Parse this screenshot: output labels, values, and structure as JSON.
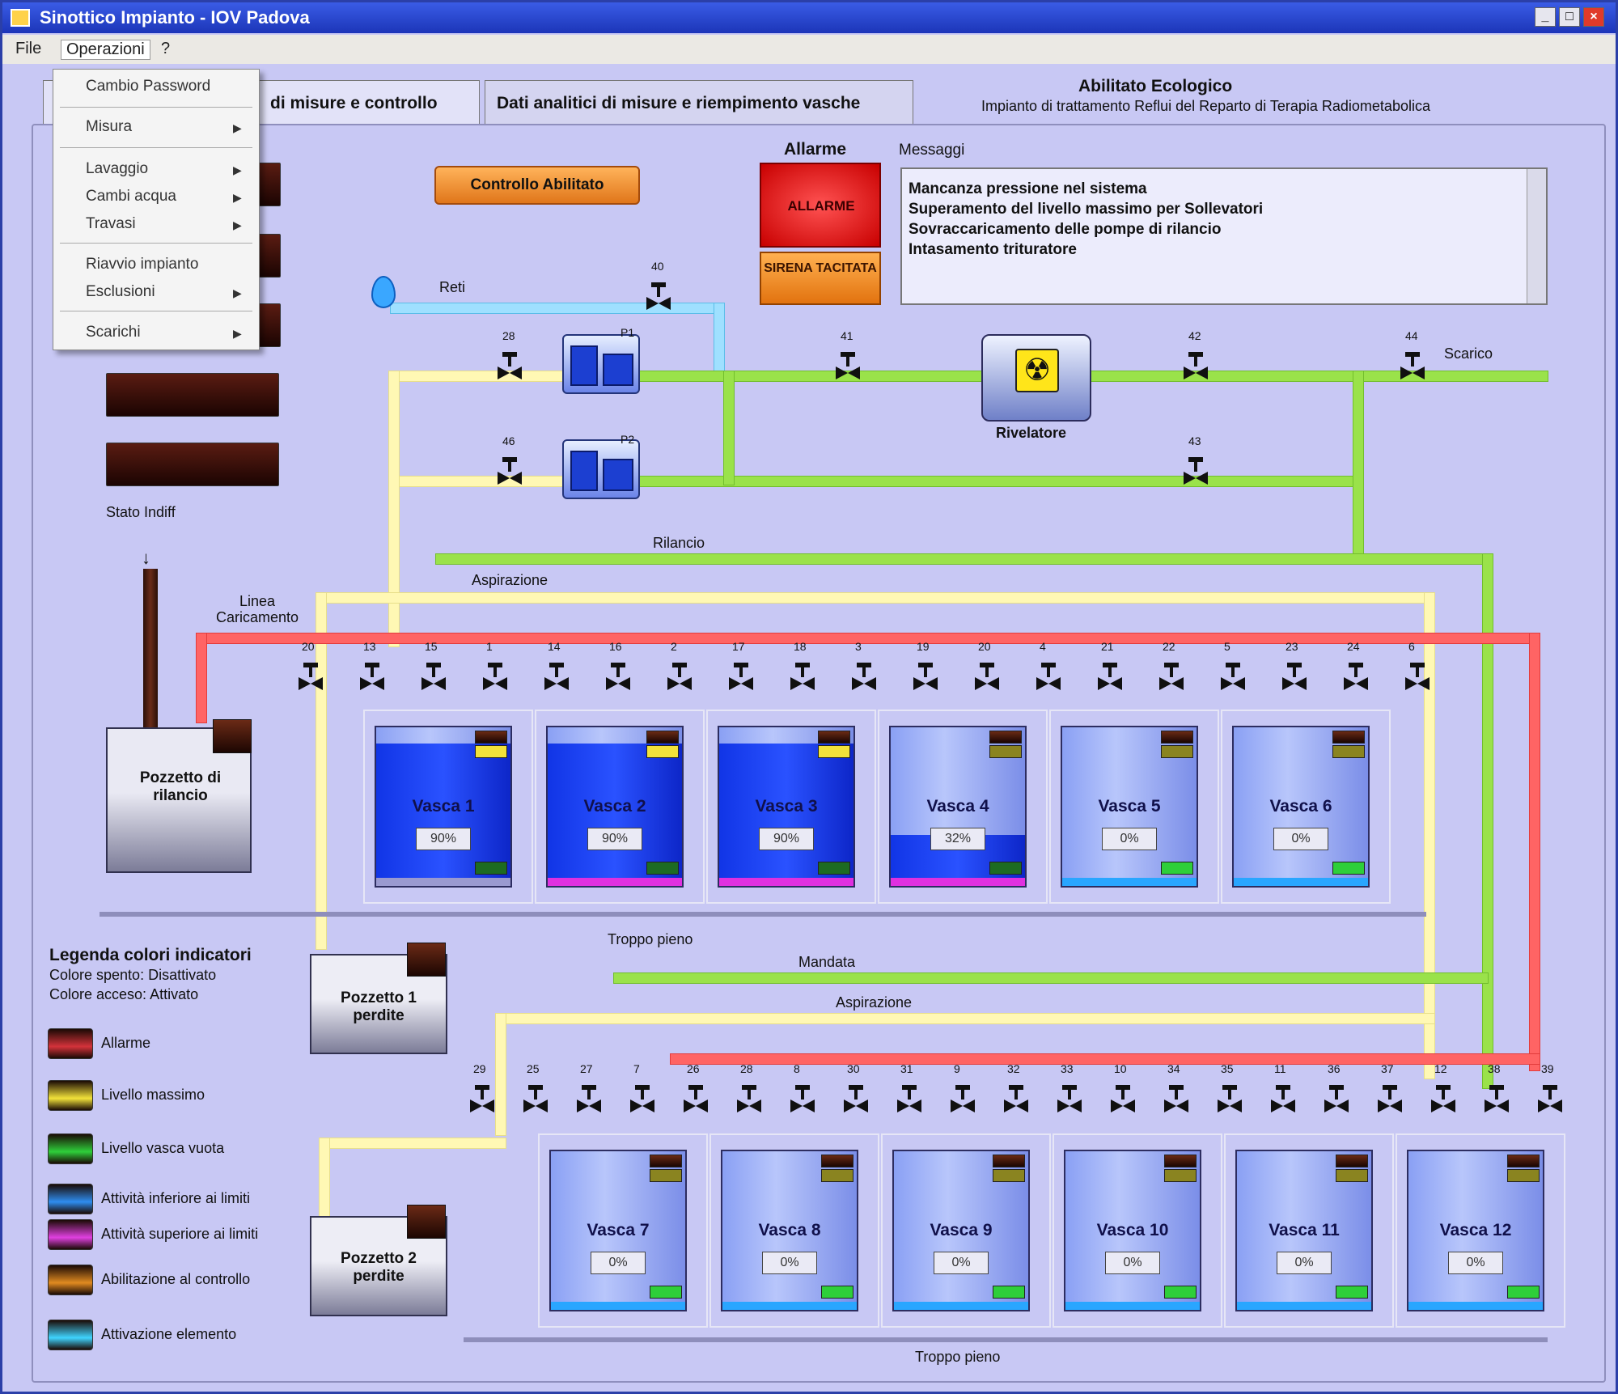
{
  "window": {
    "title": "Sinottico Impianto - IOV Padova"
  },
  "menubar": {
    "file": "File",
    "operazioni": "Operazioni",
    "extra": "?"
  },
  "dropdown": {
    "items": [
      {
        "label": "Cambio Password",
        "arrow": ""
      },
      {
        "label": "Misura",
        "arrow": "▶"
      },
      {
        "label": "Lavaggio",
        "arrow": "▶"
      },
      {
        "label": "Cambi acqua",
        "arrow": "▶"
      },
      {
        "label": "Travasi",
        "arrow": "▶"
      },
      {
        "label": "Riavvio impianto",
        "arrow": ""
      },
      {
        "label": "Esclusioni",
        "arrow": "▶"
      },
      {
        "label": "Scarichi",
        "arrow": "▶"
      }
    ]
  },
  "tabs": [
    {
      "label": "di misure e controllo",
      "active": true
    },
    {
      "label": "Dati analitici di misure e riempimento vasche",
      "active": false
    }
  ],
  "abilitato": {
    "title": "Abilitato Ecologico",
    "subtitle": "Impianto di trattamento Reflui del Reparto di Terapia Radiometabolica"
  },
  "controls": {
    "controllo_btn": "Controllo Abilitato",
    "allarme_label": "Allarme",
    "allarme_state": "ALLARME",
    "sirena_btn": "SIRENA TACITATA"
  },
  "messages": {
    "label": "Messaggi",
    "lines": [
      "Mancanza pressione nel sistema",
      "Superamento del livello massimo per Sollevatori",
      "Sovraccaricamento delle pompe di rilancio",
      "Intasamento trituratore"
    ]
  },
  "diagram": {
    "reti_label": "Reti",
    "scarico_label": "Scarico",
    "rivelatore_label": "Rivelatore",
    "rilancio_label": "Rilancio",
    "mandata_label": "Mandata",
    "aspirazione_label": "Aspirazione",
    "linea_caricamento": "Linea Caricamento",
    "troppo_pieno": "Troppo pieno",
    "stato_label": "Stato Indiff",
    "pozzetto_rilancio": "Pozzetto di rilancio",
    "pozzetto_1": "Pozzetto 1 perdite",
    "pozzetto_2": "Pozzetto 2 perdite",
    "pump_labels": [
      "P1",
      "P2"
    ],
    "top_valves": [
      "40",
      "28",
      "41",
      "42",
      "44",
      "46",
      "43"
    ],
    "row1_valves": [
      "20",
      "13",
      "15",
      "1",
      "14",
      "16",
      "2",
      "17",
      "18",
      "3",
      "19",
      "20",
      "4",
      "21",
      "22",
      "5",
      "23",
      "24",
      "6"
    ],
    "row2_valves": [
      "29",
      "25",
      "27",
      "7",
      "26",
      "28",
      "8",
      "30",
      "31",
      "9",
      "32",
      "33",
      "10",
      "34",
      "35",
      "11",
      "36",
      "37",
      "12",
      "38",
      "39"
    ]
  },
  "vessels_row1": [
    {
      "name": "Vasca 1",
      "pct": "90%",
      "fill": 0.9,
      "base": "#9a9ad0"
    },
    {
      "name": "Vasca 2",
      "pct": "90%",
      "fill": 0.9,
      "base": "#e030e0"
    },
    {
      "name": "Vasca 3",
      "pct": "90%",
      "fill": 0.9,
      "base": "#e030e0"
    },
    {
      "name": "Vasca 4",
      "pct": "32%",
      "fill": 0.32,
      "base": "#e030e0"
    },
    {
      "name": "Vasca 5",
      "pct": "0%",
      "fill": 0.0,
      "base": "#29a6ff"
    },
    {
      "name": "Vasca 6",
      "pct": "0%",
      "fill": 0.0,
      "base": "#29a6ff"
    }
  ],
  "vessels_row2": [
    {
      "name": "Vasca 7",
      "pct": "0%",
      "fill": 0.0,
      "base": "#29a6ff"
    },
    {
      "name": "Vasca 8",
      "pct": "0%",
      "fill": 0.0,
      "base": "#29a6ff"
    },
    {
      "name": "Vasca 9",
      "pct": "0%",
      "fill": 0.0,
      "base": "#29a6ff"
    },
    {
      "name": "Vasca 10",
      "pct": "0%",
      "fill": 0.0,
      "base": "#29a6ff"
    },
    {
      "name": "Vasca 11",
      "pct": "0%",
      "fill": 0.0,
      "base": "#29a6ff"
    },
    {
      "name": "Vasca 12",
      "pct": "0%",
      "fill": 0.0,
      "base": "#29a6ff"
    }
  ],
  "legend": {
    "title": "Legenda colori indicatori",
    "line1": "Colore spento: Disattivato",
    "line2": "Colore acceso: Attivato",
    "items": [
      {
        "label": "Allarme",
        "color": "#d3323a"
      },
      {
        "label": "Livello massimo",
        "color": "#f2e23a"
      },
      {
        "label": "Livello vasca vuota",
        "color": "#2ecf3a"
      },
      {
        "label": "Attività inferiore ai limiti",
        "color": "#2e8df0"
      },
      {
        "label": "Attività superiore ai limiti",
        "color": "#e040e0"
      },
      {
        "label": "Abilitazione al controllo",
        "color": "#e08a20"
      },
      {
        "label": "Attivazione elemento",
        "color": "#3fd4ff"
      }
    ]
  }
}
